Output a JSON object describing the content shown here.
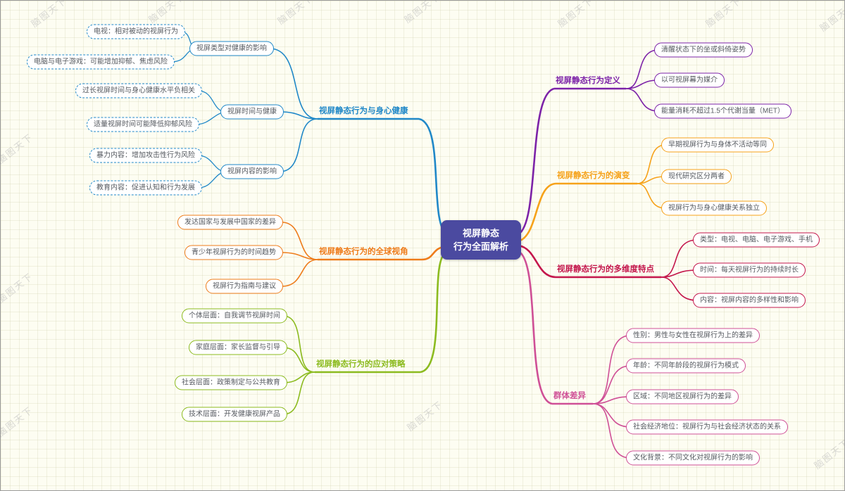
{
  "watermark": {
    "text": "脑图天下"
  },
  "center": {
    "line1": "视屏静态",
    "line2": "行为全面解析"
  },
  "branches": [
    {
      "label": "视屏静态行为与身心健康",
      "color": "#2088c8",
      "children": [
        {
          "label": "视屏类型对健康的影响",
          "leaves": [
            "电视：相对被动的视屏行为",
            "电脑与电子游戏：可能增加抑郁、焦虑风险"
          ]
        },
        {
          "label": "视屏时间与健康",
          "leaves": [
            "过长视屏时间与身心健康水平负相关",
            "适量视屏时间可能降低抑郁风险"
          ]
        },
        {
          "label": "视屏内容的影响",
          "leaves": [
            "暴力内容：增加攻击性行为风险",
            "教育内容：促进认知和行为发展"
          ]
        }
      ]
    },
    {
      "label": "视屏静态行为的全球视角",
      "color": "#ee7c1b",
      "children": [
        {
          "label": "发达国家与发展中国家的差异"
        },
        {
          "label": "青少年视屏行为的时间趋势"
        },
        {
          "label": "视屏行为指南与建议"
        }
      ]
    },
    {
      "label": "视屏静态行为的应对策略",
      "color": "#8cbb1f",
      "children": [
        {
          "label": "个体层面：自我调节视屏时间"
        },
        {
          "label": "家庭层面：家长监督与引导"
        },
        {
          "label": "社会层面：政策制定与公共教育"
        },
        {
          "label": "技术层面：开发健康视屏产品"
        }
      ]
    },
    {
      "label": "视屏静态行为定义",
      "color": "#7c22a8",
      "children": [
        {
          "label": "清醒状态下的坐或斜倚姿势"
        },
        {
          "label": "以可视屏幕为媒介"
        },
        {
          "label": "能量消耗不超过1.5个代谢当量（MET）"
        }
      ]
    },
    {
      "label": "视屏静态行为的演变",
      "color": "#f6a21a",
      "children": [
        {
          "label": "早期视屏行为与身体不活动等同"
        },
        {
          "label": "现代研究区分两者"
        },
        {
          "label": "视屏行为与身心健康关系独立"
        }
      ]
    },
    {
      "label": "视屏静态行为的多维度特点",
      "color": "#c4164c",
      "children": [
        {
          "label": "类型：电视、电脑、电子游戏、手机"
        },
        {
          "label": "时间：每天视屏行为的持续时长"
        },
        {
          "label": "内容：视屏内容的多样性和影响"
        }
      ]
    },
    {
      "label": "群体差异",
      "color": "#cf4f96",
      "children": [
        {
          "label": "性别：男性与女性在视屏行为上的差异"
        },
        {
          "label": "年龄：不同年龄段的视屏行为模式"
        },
        {
          "label": "区域：不同地区视屏行为的差异"
        },
        {
          "label": "社会经济地位：视屏行为与社会经济状态的关系"
        },
        {
          "label": "文化背景：不同文化对视屏行为的影响"
        }
      ]
    }
  ]
}
